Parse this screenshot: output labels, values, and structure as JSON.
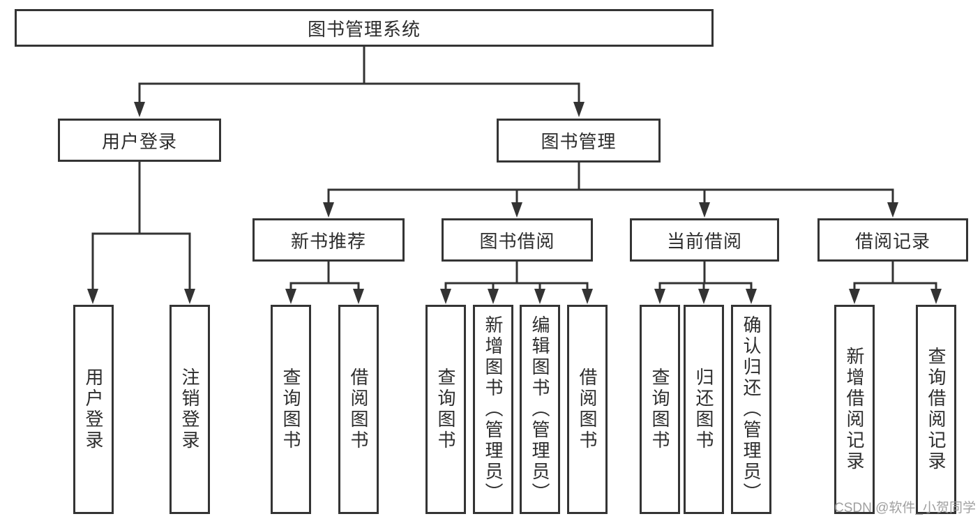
{
  "diagram": {
    "root": "图书管理系统",
    "children": [
      {
        "label": "用户登录",
        "children": [
          {
            "label": "用户登录"
          },
          {
            "label": "注销登录"
          }
        ]
      },
      {
        "label": "图书管理",
        "children": [
          {
            "label": "新书推荐",
            "children": [
              {
                "label": "查询图书"
              },
              {
                "label": "借阅图书"
              }
            ]
          },
          {
            "label": "图书借阅",
            "children": [
              {
                "label": "查询图书"
              },
              {
                "label": "新增图书（管理员）"
              },
              {
                "label": "编辑图书（管理员）"
              },
              {
                "label": "借阅图书"
              }
            ]
          },
          {
            "label": "当前借阅",
            "children": [
              {
                "label": "查询图书"
              },
              {
                "label": "归还图书"
              },
              {
                "label": "确认归还（管理员）"
              }
            ]
          },
          {
            "label": "借阅记录",
            "children": [
              {
                "label": "新增借阅记录"
              },
              {
                "label": "查询借阅记录"
              }
            ]
          }
        ]
      }
    ]
  },
  "watermark": {
    "text": "CSDN @软件_小贺同学"
  },
  "colors": {
    "line": "#333333",
    "box_border": "#343434",
    "text": "#2d2d2d",
    "watermark": "#969696",
    "background": "#ffffff"
  }
}
